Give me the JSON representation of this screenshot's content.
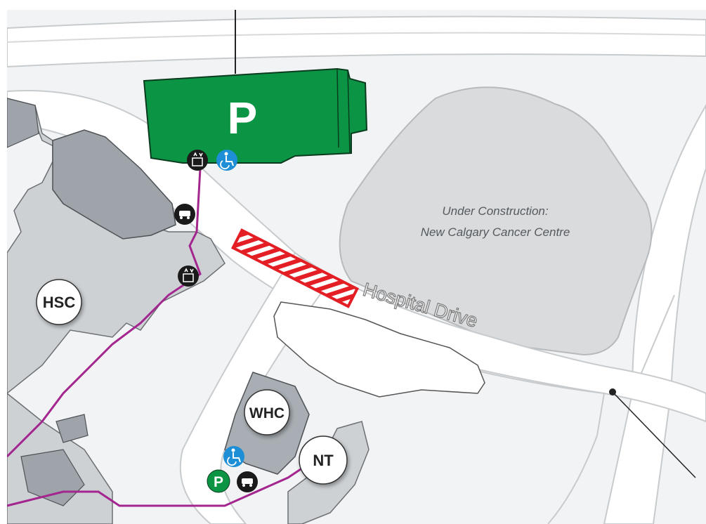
{
  "map": {
    "parkade_label": "P",
    "construction_line1": "Under Construction:",
    "construction_line2": "New Calgary Cancer Centre",
    "road_label": "Hospital Drive",
    "buildings": {
      "hsc": "HSC",
      "whc": "WHC",
      "nt": "NT"
    },
    "parking_small_label": "P",
    "closure_color": "#e31e24",
    "parkade_color": "#0b9444",
    "path_color": "#a3268f",
    "accessible_color": "#1e8fd6",
    "icons": [
      "elevator-icon",
      "accessible-icon",
      "drop-off-icon",
      "parking-icon"
    ]
  }
}
